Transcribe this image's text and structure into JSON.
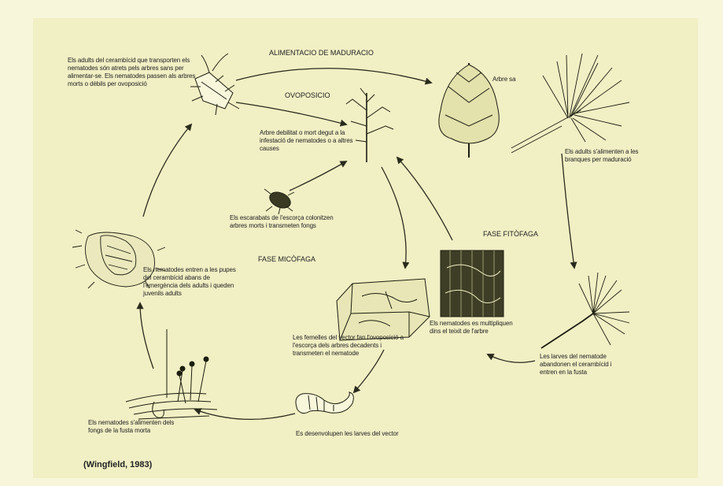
{
  "stage_titles": {
    "maduracio": "ALIMENTACIO DE MADURACIO",
    "ovoposicio": "OVOPOSICIO",
    "micofaga": "FASE MICÒFAGA",
    "fitofaga": "FASE FITÒFAGA"
  },
  "labels": {
    "adult_beetle": "Els adults del cerambícid que transporten els nematodes són atrets pels arbres sans per alimentar-se. Els nematodes passen als arbres morts o dèbils per ovoposició",
    "arbre_sa": "Arbre sa",
    "arbre_debil": "Arbre debilitat o mort degut a la infestació de nematodes o a altres causes",
    "escarabat": "Els escarabats de l'escorça colonitzen arbres morts i transmeten fongs",
    "adults_alimenten": "Els adults s'alimenten a les branques per maduració",
    "nematodes_multipliquen": "Els nematodes es multipliquen dins el teixit de l'arbre",
    "larves_nematode": "Les larves del nematode abandonen el cerambícid i entren en la fusta",
    "femelles_vector": "Les femelles del vector fan l'ovoposició a l'escorça dels arbres decadents i transmeten el nematode",
    "larves_vector": "Es desenvolupen les larves del vector",
    "nematodes_fongs": "Els nematodes s'alimenten dels fongs de la fusta morta",
    "pupa": "Els nematodes entren a les pupes del cerambícid abans de l'emergència dels adults i queden juvenils adults"
  },
  "citation": "(Wingfield, 1983)",
  "colors": {
    "page": "#f7f6da",
    "card": "#f1efc4",
    "ink": "#1d1d0f",
    "arrow": "#2a2a1c"
  }
}
